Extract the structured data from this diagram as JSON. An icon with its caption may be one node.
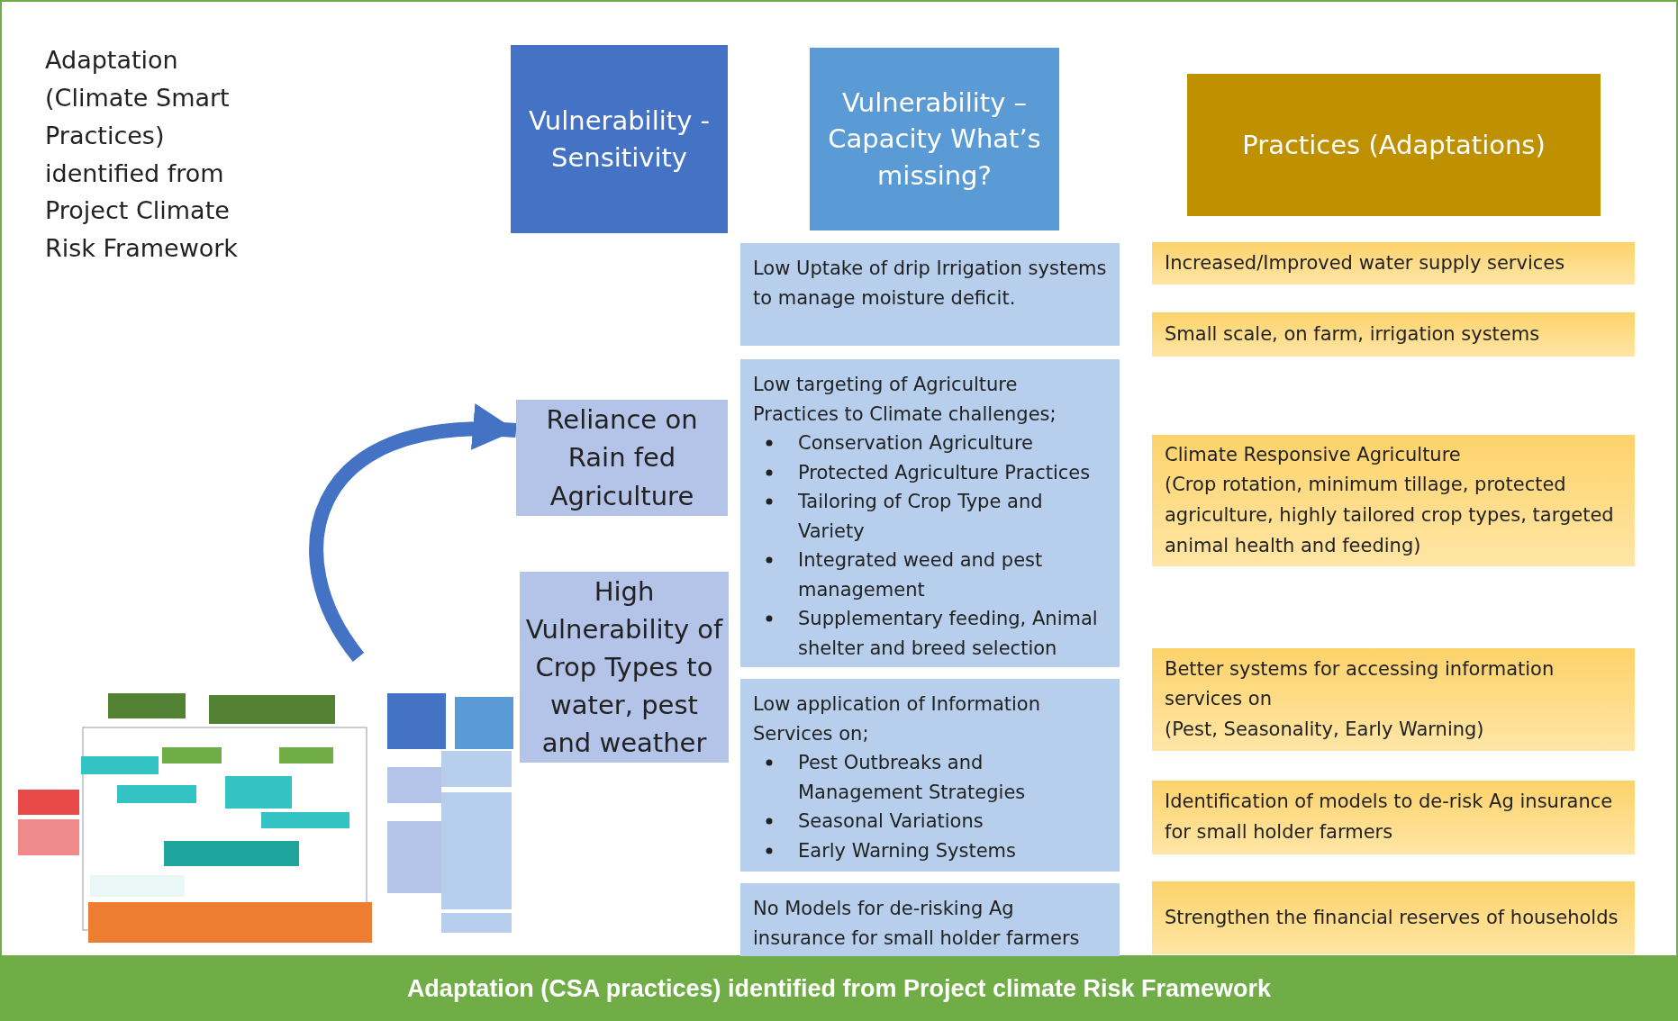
{
  "diagram": {
    "title": "Adaptation (Climate Smart Practices) identified from Project Climate Risk Framework",
    "caption": "Adaptation (CSA practices) identified from Project climate Risk Framework",
    "nodes": [
      {
        "text": [
          "Vulnerability - Sensitivity"
        ]
      },
      {
        "text": [
          "Vulnerability – Capacity What’s missing?"
        ]
      },
      {
        "text": [
          "Practices (Adaptations)"
        ]
      },
      {
        "text": [
          "Reliance on Rain fed Agriculture"
        ]
      },
      {
        "text": [
          "High Vulnerability of Crop Types to water, pest and weather"
        ]
      },
      {
        "text": [
          "Low Uptake of drip Irrigation systems to manage moisture deficit."
        ]
      },
      {
        "text": [
          "Low targeting of Agriculture Practices to Climate challenges;",
          "Conservation Agriculture",
          "Protected Agriculture Practices",
          "Tailoring of Crop Type and Variety",
          "Integrated weed and pest management",
          "Supplementary feeding, Animal shelter and breed selection"
        ]
      },
      {
        "text": [
          "Low application of Information Services on;",
          "Pest Outbreaks and Management Strategies",
          "Seasonal Variations",
          "Early Warning Systems"
        ]
      },
      {
        "text": [
          "No Models for de-risking Ag insurance for small holder farmers"
        ]
      },
      {
        "text": [
          "Increased/Improved water supply services"
        ]
      },
      {
        "text": [
          "Small scale, on farm, irrigation systems"
        ]
      },
      {
        "text": [
          "Climate Responsive Agriculture",
          "(Crop rotation, minimum tillage, protected agriculture, highly tailored crop types, targeted animal health and feeding)"
        ]
      },
      {
        "text": [
          "Better systems for accessing information services on",
          "(Pest, Seasonality, Early Warning)"
        ]
      },
      {
        "text": [
          "Identification of models to de-risk Ag insurance for small holder farmers"
        ]
      },
      {
        "text": [
          "Strengthen the financial reserves of households"
        ]
      },
      {
        "text": [],
        "shape": "picture"
      }
    ],
    "edges": [
      {
        "from": 15,
        "to": 3,
        "arrow": "to"
      }
    ]
  }
}
